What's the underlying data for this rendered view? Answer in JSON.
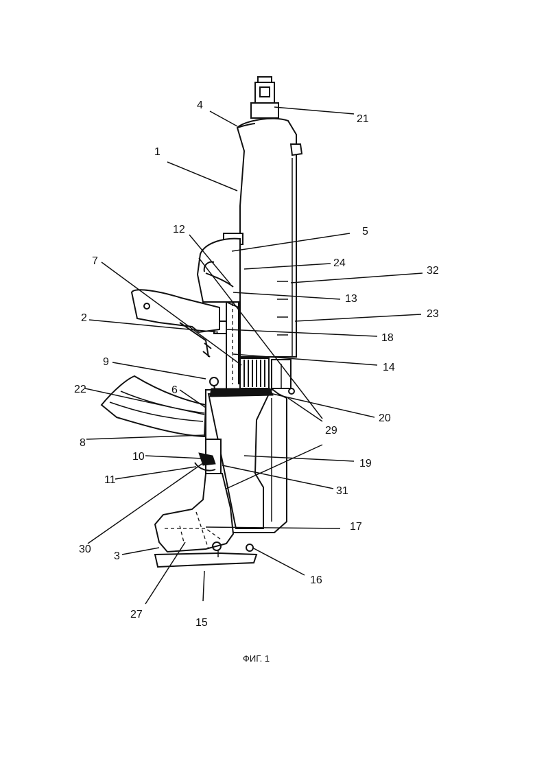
{
  "figure": {
    "caption": "ФИГ. 1"
  },
  "labels": [
    {
      "id": "n4",
      "text": "4"
    },
    {
      "id": "n21",
      "text": "21"
    },
    {
      "id": "n1",
      "text": "1"
    },
    {
      "id": "n12",
      "text": "12"
    },
    {
      "id": "n5",
      "text": "5"
    },
    {
      "id": "n7",
      "text": "7"
    },
    {
      "id": "n24",
      "text": "24"
    },
    {
      "id": "n32",
      "text": "32"
    },
    {
      "id": "n13",
      "text": "13"
    },
    {
      "id": "n2",
      "text": "2"
    },
    {
      "id": "n23",
      "text": "23"
    },
    {
      "id": "n18",
      "text": "18"
    },
    {
      "id": "n9",
      "text": "9"
    },
    {
      "id": "n14",
      "text": "14"
    },
    {
      "id": "n22",
      "text": "22"
    },
    {
      "id": "n6",
      "text": "6"
    },
    {
      "id": "n20",
      "text": "20"
    },
    {
      "id": "n29",
      "text": "29"
    },
    {
      "id": "n8",
      "text": "8"
    },
    {
      "id": "n10",
      "text": "10"
    },
    {
      "id": "n19",
      "text": "19"
    },
    {
      "id": "n11",
      "text": "11"
    },
    {
      "id": "n31",
      "text": "31"
    },
    {
      "id": "n17",
      "text": "17"
    },
    {
      "id": "n30",
      "text": "30"
    },
    {
      "id": "n3",
      "text": "3"
    },
    {
      "id": "n16",
      "text": "16"
    },
    {
      "id": "n27",
      "text": "27"
    },
    {
      "id": "n15",
      "text": "15"
    }
  ]
}
